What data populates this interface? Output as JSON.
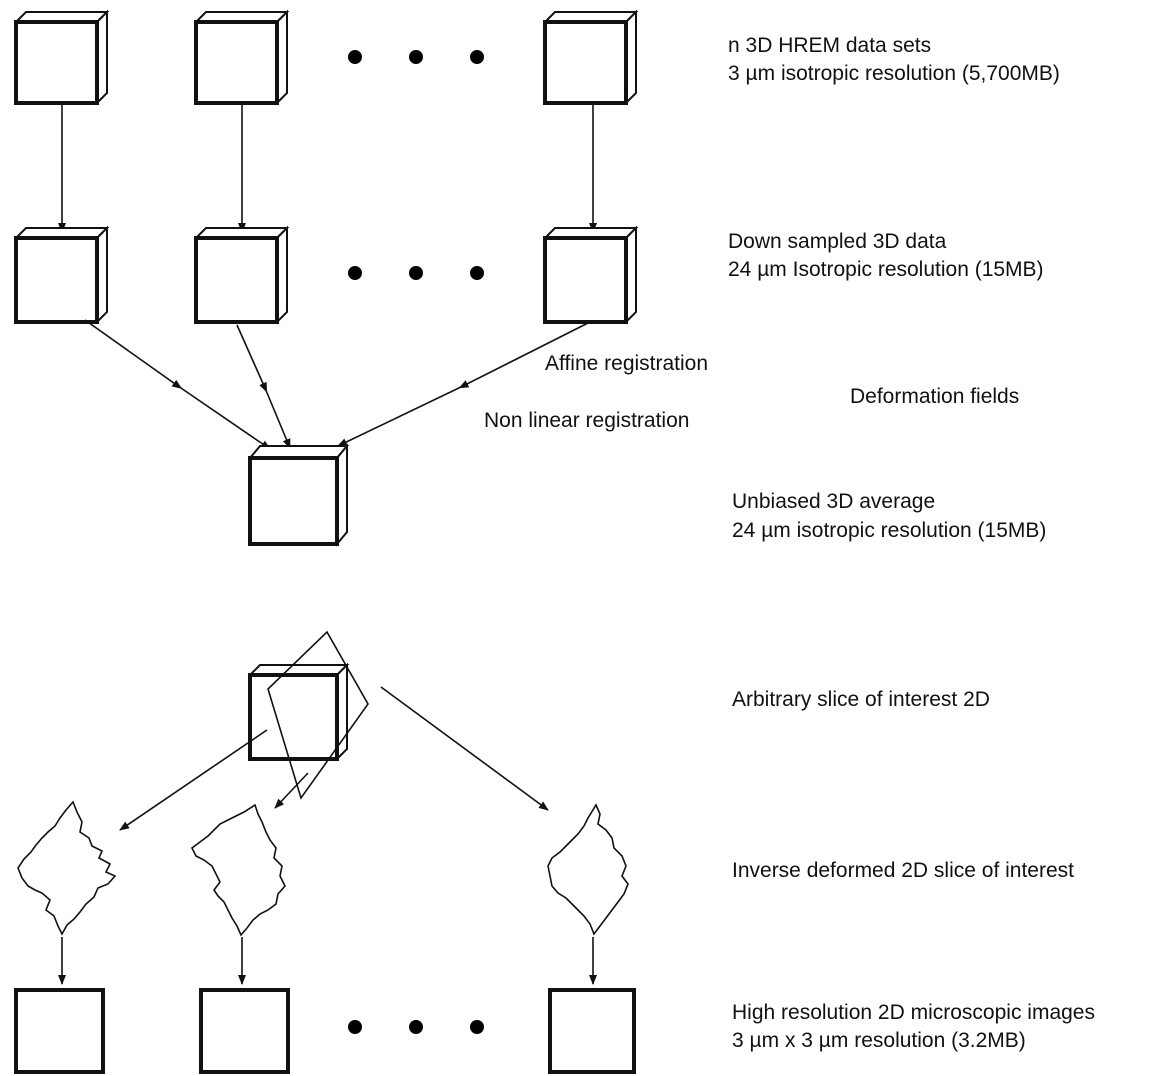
{
  "stages": {
    "hrem": {
      "line1": "n 3D HREM data sets",
      "line2": "3 µm isotropic resolution  (5,700MB)"
    },
    "downsampled": {
      "line1": "Down sampled 3D data",
      "line2": "24 µm Isotropic resolution  (15MB)"
    },
    "average": {
      "line1": "Unbiased 3D average",
      "line2": "24 µm isotropic resolution  (15MB)"
    },
    "slice": {
      "line1": "Arbitrary slice of interest 2D"
    },
    "inverse": {
      "line1": "Inverse deformed 2D slice of interest"
    },
    "highres": {
      "line1": "High resolution 2D microscopic images",
      "line2": "3 µm x 3 µm resolution  (3.2MB)"
    }
  },
  "annotations": {
    "affine": "Affine registration",
    "nonlinear": "Non linear registration",
    "deformation": "Deformation fields"
  },
  "colors": {
    "stroke": "#111111",
    "background": "#ffffff"
  }
}
